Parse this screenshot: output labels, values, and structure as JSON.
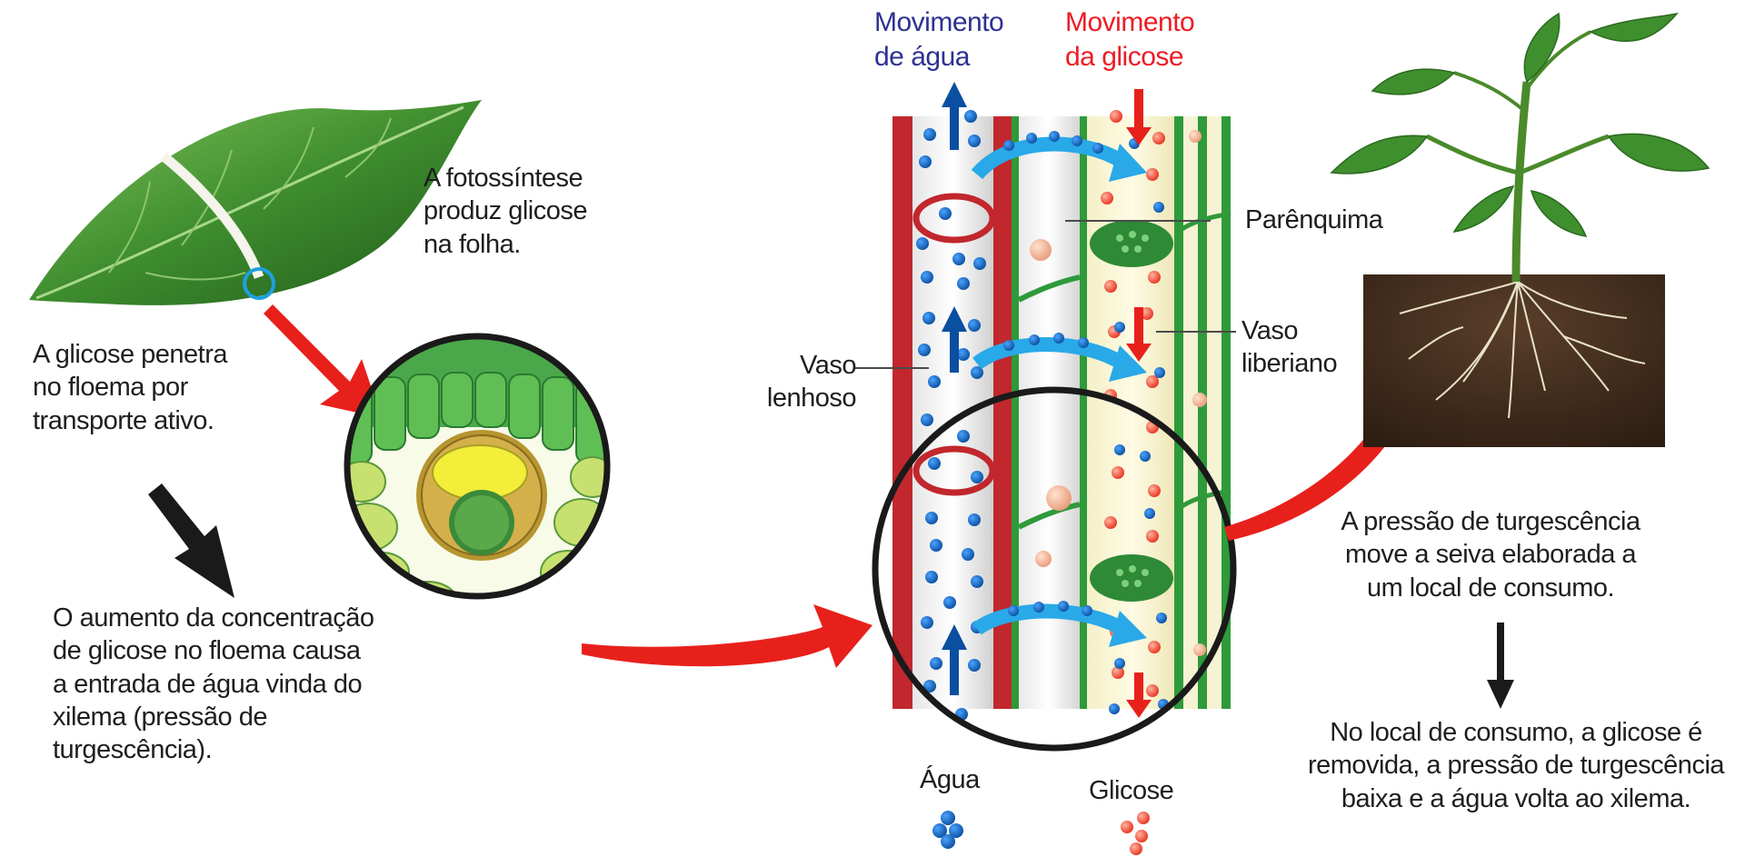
{
  "titles": {
    "water_movement": "Movimento de água",
    "glucose_movement": "Movimento da glicose"
  },
  "labels": {
    "photosynthesis": "A fotossíntese produz glicose na folha.",
    "glucose_enters": "A glicose penetra no floema por transporte ativo.",
    "concentration": "O aumento da concentração de glicose no floema causa a entrada de água vinda do xilema (pressão de turgescência).",
    "parenchyma": "Parênquima",
    "xylem_vessel": "Vaso lenhoso",
    "phloem_vessel": "Vaso liberiano",
    "turgor_moves": "A pressão de turgescência move a seiva elaborada a um local de consumo.",
    "consumption": "No local de consumo, a glicose é removida, a pressão de turgescência baixa e a água volta ao xilema."
  },
  "legend": {
    "water": "Água",
    "glucose": "Glicose"
  },
  "colors": {
    "water_blue": "#1565b0",
    "glucose_red": "#ee3a2a",
    "xylem_red": "#c1272d",
    "phloem_green": "#2e9a3a",
    "arrow_red": "#e8201c",
    "arrow_black": "#1a1a1a",
    "flow_arrow": "#29a9e8"
  }
}
